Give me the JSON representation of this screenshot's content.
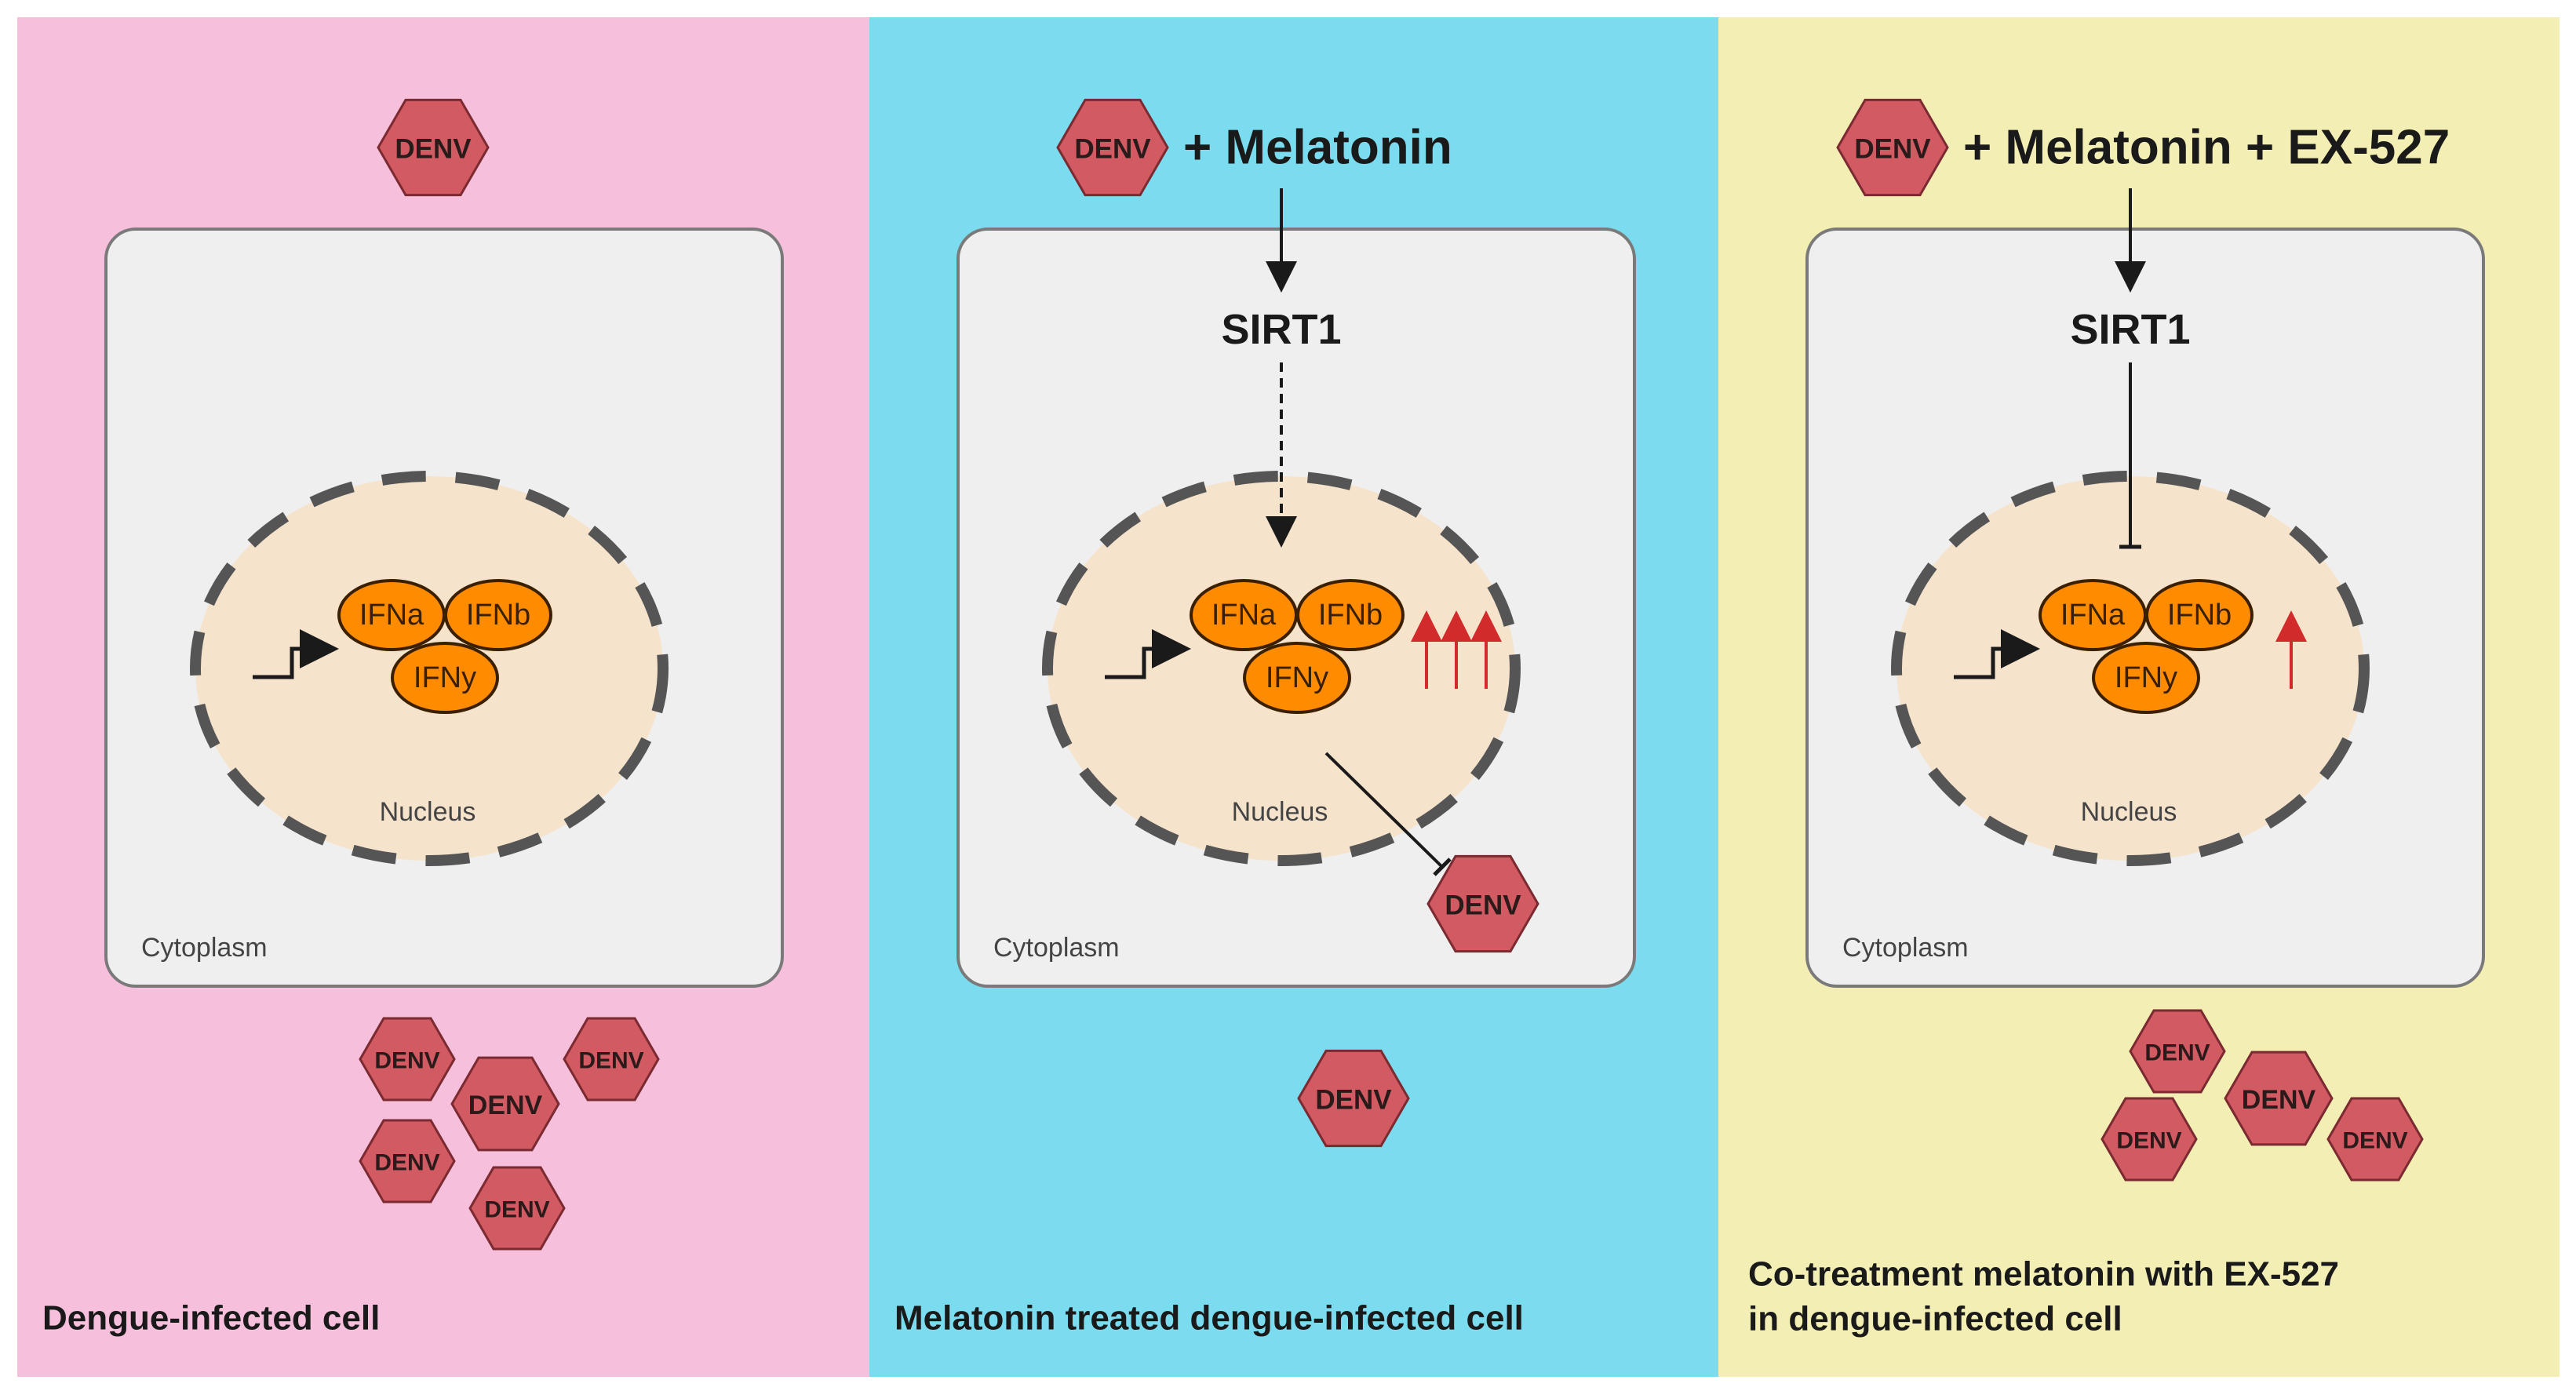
{
  "colors": {
    "panel_left": "#f6c0dc",
    "panel_middle": "#7cdcef",
    "panel_right": "#f3eeb3",
    "cell_fill": "#efefef",
    "nucleus_fill": "#f6e3cc",
    "ifn_fill": "#ff8c00",
    "denv_fill": "#d25a63",
    "up_arrow": "#d22b2b"
  },
  "labels": {
    "virus": "DENV",
    "nucleus": "Nucleus",
    "cytoplasm": "Cytoplasm",
    "sirt1": "SIRT1",
    "ifn_a": "IFNa",
    "ifn_b": "IFNb",
    "ifn_y": "IFNy"
  },
  "panels": [
    {
      "id": "untreated",
      "treatment": "",
      "sirt1_path": "none",
      "ifn_upregulation_arrows": 0,
      "intracellular_denv_blocked": false,
      "extracellular_denv_count": 5,
      "caption_lines": [
        "Dengue-infected cell"
      ]
    },
    {
      "id": "melatonin",
      "treatment": "+ Melatonin",
      "sirt1_path": "activates",
      "ifn_upregulation_arrows": 3,
      "intracellular_denv_blocked": true,
      "extracellular_denv_count": 1,
      "caption_lines": [
        "Melatonin treated dengue-infected cell"
      ]
    },
    {
      "id": "melatonin-ex527",
      "treatment": "+ Melatonin + EX-527",
      "sirt1_path": "inhibited",
      "ifn_upregulation_arrows": 1,
      "intracellular_denv_blocked": false,
      "extracellular_denv_count": 4,
      "caption_lines": [
        "Co-treatment melatonin with EX-527",
        "in dengue-infected cell"
      ]
    }
  ]
}
